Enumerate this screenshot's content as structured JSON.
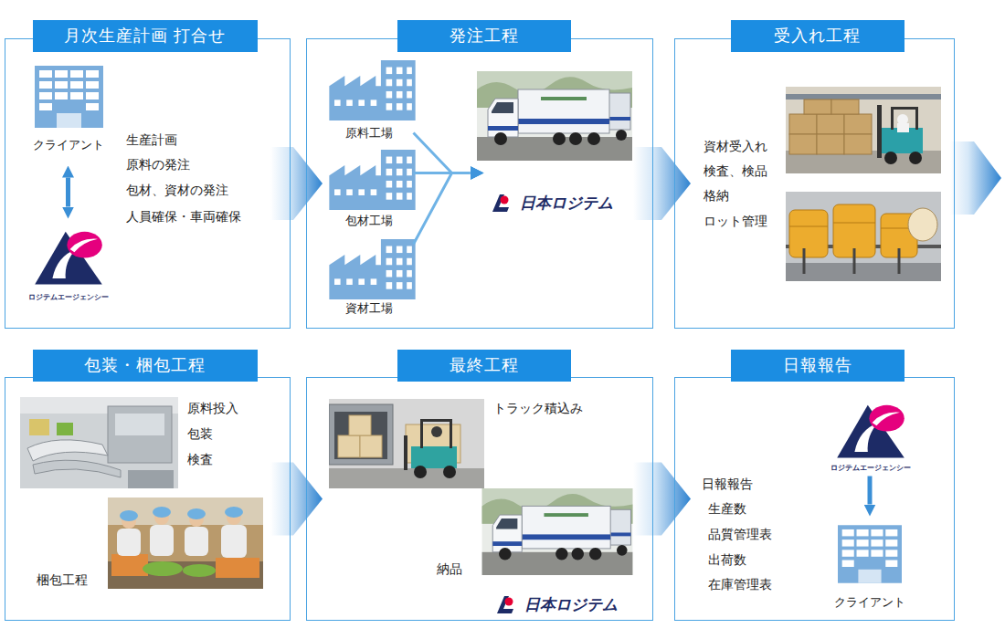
{
  "diagram": {
    "nodes": [
      {
        "text": [
          "月次生産計画 打合せ",
          "生産計画",
          "原料の発注",
          "包材、資材の発注",
          "人員確保・車両確保"
        ]
      },
      {
        "text": [
          "クライアント"
        ],
        "in": 0
      },
      {
        "text": [
          "ロジテムエージェンシー"
        ],
        "in": 0
      },
      {
        "text": [
          "発注工程"
        ]
      },
      {
        "text": [
          "原料工場"
        ],
        "in": 3
      },
      {
        "text": [
          "包材工場"
        ],
        "in": 3
      },
      {
        "text": [
          "資材工場"
        ],
        "in": 3
      },
      {
        "text": [
          "日本ロジテム"
        ],
        "in": 3
      },
      {
        "text": [
          "受入れ工程",
          "資材受入れ",
          "検査、検品",
          "格納",
          "ロット管理"
        ]
      },
      {
        "text": [
          "包装・梱包工程",
          "原料投入",
          "包装",
          "検査",
          "梱包工程"
        ]
      },
      {
        "text": [
          "最終工程",
          "トラック積込み",
          "納品"
        ]
      },
      {
        "text": [
          "日本ロジテム"
        ],
        "in": 10
      },
      {
        "text": [
          "日報報告",
          "日報報告",
          "生産数",
          "品質管理表",
          "出荷数",
          "在庫管理表"
        ]
      },
      {
        "text": [
          "ロジテムエージェンシー"
        ],
        "in": 12
      },
      {
        "text": [
          "クライアント"
        ],
        "in": 12
      }
    ],
    "edges": [
      {
        "from": 1,
        "to": 2,
        "arrow": "both"
      },
      {
        "from": 0,
        "to": 3,
        "arrow": "to"
      },
      {
        "from": 4,
        "to": 7,
        "arrow": "to"
      },
      {
        "from": 5,
        "to": 7,
        "arrow": "to"
      },
      {
        "from": 6,
        "to": 7,
        "arrow": "to"
      },
      {
        "from": 3,
        "to": 8,
        "arrow": "to"
      },
      {
        "from": 9,
        "to": 10,
        "arrow": "to"
      },
      {
        "from": 10,
        "to": 12,
        "arrow": "to"
      },
      {
        "from": 13,
        "to": 14,
        "arrow": "to"
      }
    ]
  }
}
